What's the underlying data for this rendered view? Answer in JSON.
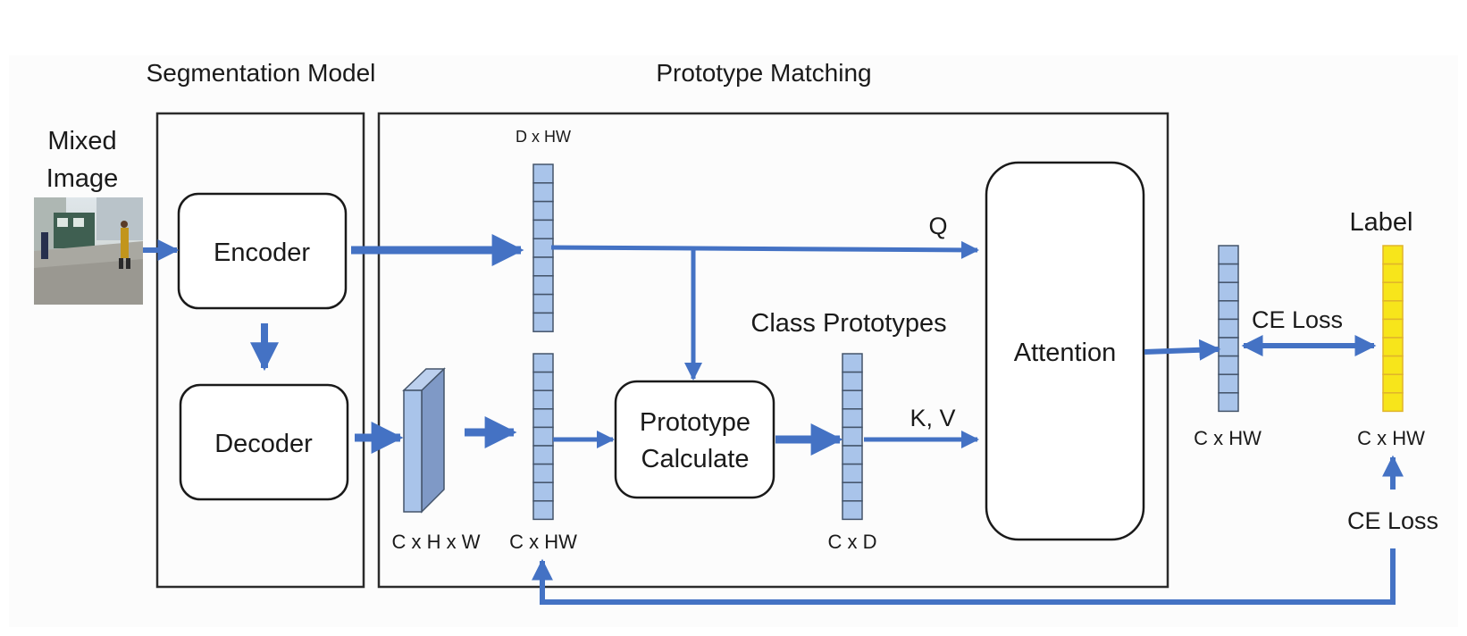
{
  "titles": {
    "segmentation_model": "Segmentation Model",
    "prototype_matching": "Prototype Matching"
  },
  "input": {
    "label_line1": "Mixed",
    "label_line2": "Image"
  },
  "blocks": {
    "encoder": "Encoder",
    "decoder": "Decoder",
    "prototype_line1": "Prototype",
    "prototype_line2": "Calculate",
    "attention": "Attention"
  },
  "dims": {
    "top_vector": "D x HW",
    "feature_map": "C x H x W",
    "bottom_vector": "C x HW",
    "prototypes": "C x D",
    "output": "C x HW",
    "label_vector": "C x HW"
  },
  "labels": {
    "class_prototypes": "Class Prototypes",
    "q": "Q",
    "kv": "K, V",
    "label": "Label",
    "ce_loss_top": "CE Loss",
    "ce_loss_bottom": "CE Loss"
  },
  "colors": {
    "arrow": "#4472c4",
    "vector_fill": "#a9c4ea",
    "vector_stroke": "#44546a",
    "label_fill": "#f7e51b",
    "label_stroke": "#e0b42c",
    "frame_background": "#fcfcfc"
  }
}
